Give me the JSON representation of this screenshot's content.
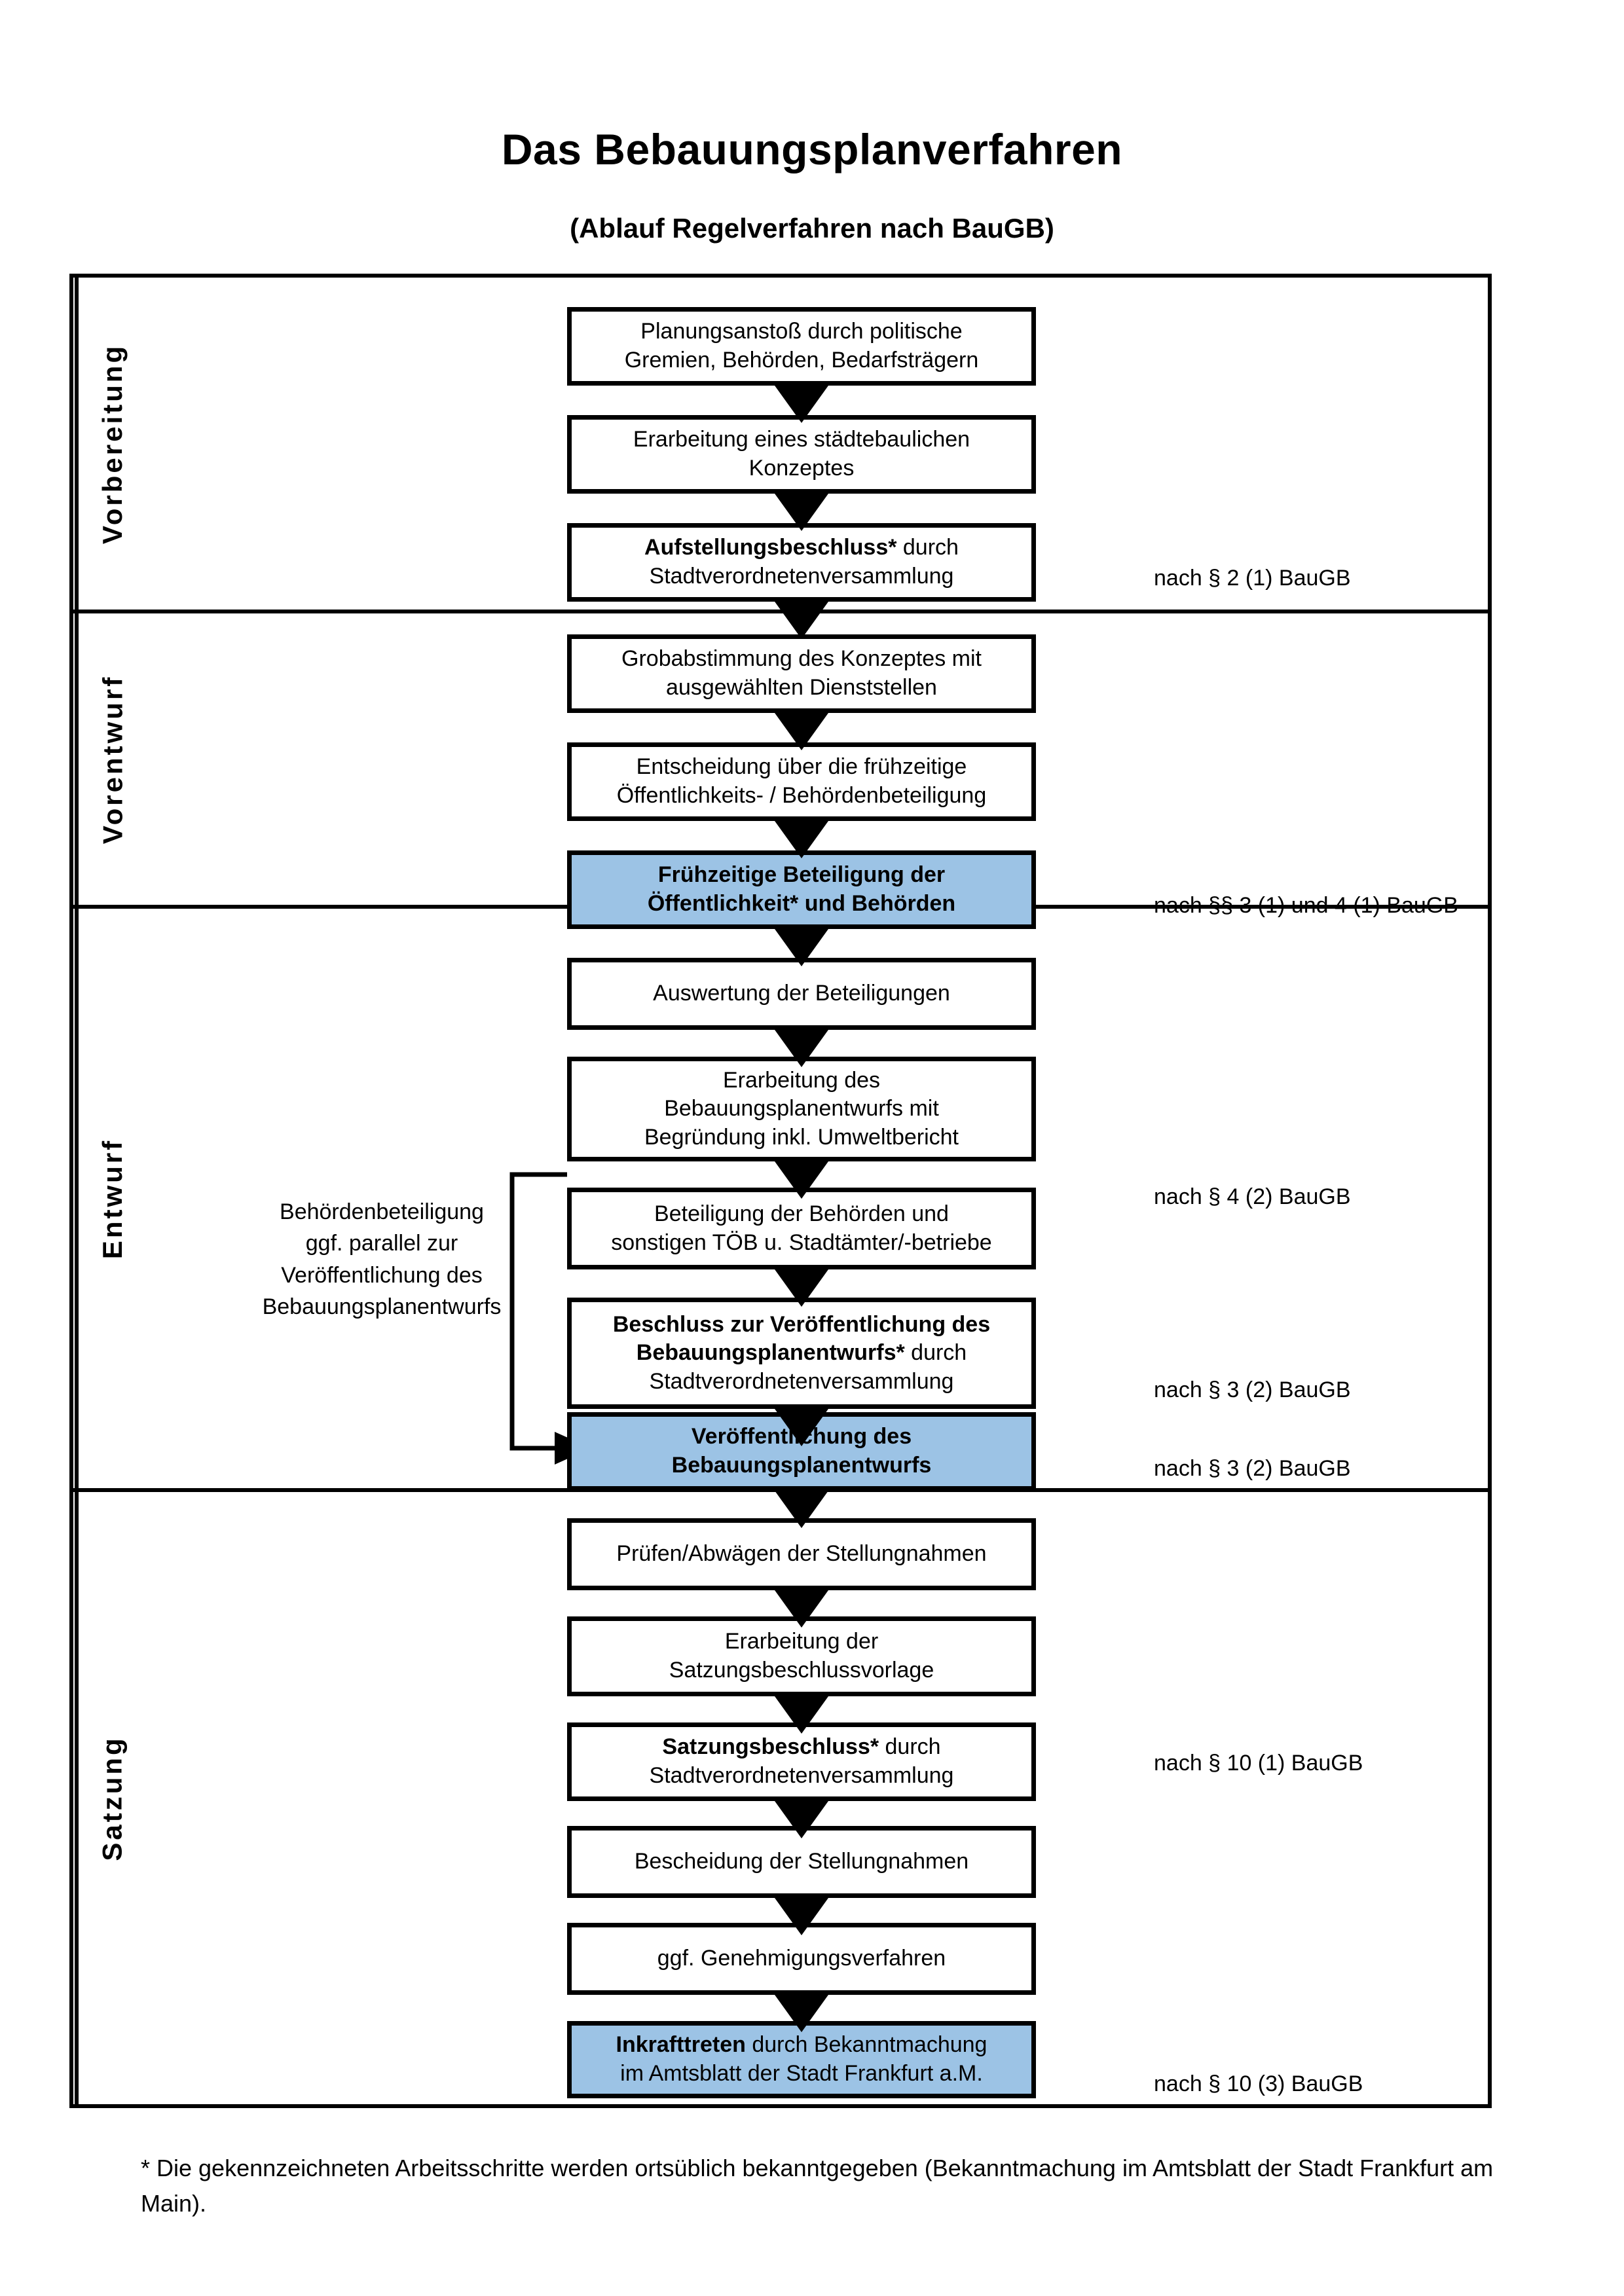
{
  "header": {
    "title": "Das Bebauungsplanverfahren",
    "subtitle": "(Ablauf Regelverfahren nach BauGB)"
  },
  "colors": {
    "highlight_blue": "#9CC3E5",
    "lane_1_bg": "#F1F1F1",
    "lane_2_bg": "#E6E6E6",
    "lane_3_bg": "#D9D9D9",
    "lane_4_bg": "#BFBFBF",
    "border": "#000000"
  },
  "lanes": [
    {
      "label": "Vorbereitung"
    },
    {
      "label": "Vorentwurf"
    },
    {
      "label": "Entwurf"
    },
    {
      "label": "Satzung"
    }
  ],
  "sidenote": {
    "lines": [
      "Behördenbeteiligung",
      "ggf. parallel zur",
      "Veröffentlichung des",
      "Bebauungsplanentwurfs"
    ]
  },
  "nodes": [
    {
      "id": "planungsanstoss",
      "lane": "Vorbereitung",
      "highlight": false,
      "lines": [
        [
          {
            "t": "Planungsanstoß durch politische",
            "b": false
          }
        ],
        [
          {
            "t": "Gremien, Behörden, Bedarfsträgern",
            "b": false
          }
        ]
      ]
    },
    {
      "id": "staedtebauliches-konzept",
      "lane": "Vorbereitung",
      "highlight": false,
      "lines": [
        [
          {
            "t": "Erarbeitung eines städtebaulichen",
            "b": false
          }
        ],
        [
          {
            "t": "Konzeptes",
            "b": false
          }
        ]
      ]
    },
    {
      "id": "aufstellungsbeschluss",
      "lane": "Vorbereitung",
      "highlight": false,
      "lines": [
        [
          {
            "t": "Aufstellungsbeschluss*",
            "b": true
          },
          {
            "t": " durch",
            "b": false
          }
        ],
        [
          {
            "t": "Stadtverordnetenversammlung",
            "b": false
          }
        ]
      ]
    },
    {
      "id": "grobabstimmung",
      "lane": "Vorentwurf",
      "highlight": false,
      "lines": [
        [
          {
            "t": "Grobabstimmung des Konzeptes mit",
            "b": false
          }
        ],
        [
          {
            "t": "ausgewählten Dienststellen",
            "b": false
          }
        ]
      ]
    },
    {
      "id": "entscheidung-fruehzeitige-beteiligung",
      "lane": "Vorentwurf",
      "highlight": false,
      "lines": [
        [
          {
            "t": "Entscheidung über die frühzeitige",
            "b": false
          }
        ],
        [
          {
            "t": "Öffentlichkeits- / Behördenbeteiligung",
            "b": false
          }
        ]
      ]
    },
    {
      "id": "fruehzeitige-beteiligung",
      "lane": "Vorentwurf",
      "highlight": true,
      "lines": [
        [
          {
            "t": "Frühzeitige Beteiligung der",
            "b": true
          }
        ],
        [
          {
            "t": "Öffentlichkeit* und Behörden",
            "b": true
          }
        ]
      ]
    },
    {
      "id": "auswertung-beteiligungen",
      "lane": "Entwurf",
      "highlight": false,
      "lines": [
        [
          {
            "t": "Auswertung der Beteiligungen",
            "b": false
          }
        ]
      ]
    },
    {
      "id": "erarbeitung-bebauungsplanentwurf",
      "lane": "Entwurf",
      "highlight": false,
      "lines": [
        [
          {
            "t": "Erarbeitung des",
            "b": false
          }
        ],
        [
          {
            "t": "Bebauungsplanentwurfs mit",
            "b": false
          }
        ],
        [
          {
            "t": "Begründung inkl. Umweltbericht",
            "b": false
          }
        ]
      ]
    },
    {
      "id": "beteiligung-behoerden-toeb",
      "lane": "Entwurf",
      "highlight": false,
      "lines": [
        [
          {
            "t": "Beteiligung der Behörden und",
            "b": false
          }
        ],
        [
          {
            "t": "sonstigen TÖB u. Stadtämter/-betriebe",
            "b": false
          }
        ]
      ]
    },
    {
      "id": "beschluss-veroeffentlichung",
      "lane": "Entwurf",
      "highlight": false,
      "lines": [
        [
          {
            "t": "Beschluss zur Veröffentlichung des",
            "b": true
          }
        ],
        [
          {
            "t": "Bebauungsplanentwurfs*",
            "b": true
          },
          {
            "t": " durch",
            "b": false
          }
        ],
        [
          {
            "t": "Stadtverordnetenversammlung",
            "b": false
          }
        ]
      ]
    },
    {
      "id": "veroeffentlichung-entwurf",
      "lane": "Entwurf",
      "highlight": true,
      "lines": [
        [
          {
            "t": "Veröffentlichung des",
            "b": true
          }
        ],
        [
          {
            "t": "Bebauungsplanentwurfs",
            "b": true
          }
        ]
      ]
    },
    {
      "id": "pruefen-abwaegen",
      "lane": "Satzung",
      "highlight": false,
      "lines": [
        [
          {
            "t": "Prüfen/Abwägen der Stellungnahmen",
            "b": false
          }
        ]
      ]
    },
    {
      "id": "erarbeitung-satzungsbeschlussvorlage",
      "lane": "Satzung",
      "highlight": false,
      "lines": [
        [
          {
            "t": "Erarbeitung der",
            "b": false
          }
        ],
        [
          {
            "t": "Satzungsbeschlussvorlage",
            "b": false
          }
        ]
      ]
    },
    {
      "id": "satzungsbeschluss",
      "lane": "Satzung",
      "highlight": false,
      "lines": [
        [
          {
            "t": "Satzungsbeschluss*",
            "b": true
          },
          {
            "t": " durch",
            "b": false
          }
        ],
        [
          {
            "t": "Stadtverordnetenversammlung",
            "b": false
          }
        ]
      ]
    },
    {
      "id": "bescheidung-stellungnahmen",
      "lane": "Satzung",
      "highlight": false,
      "lines": [
        [
          {
            "t": "Bescheidung der Stellungnahmen",
            "b": false
          }
        ]
      ]
    },
    {
      "id": "genehmigungsverfahren",
      "lane": "Satzung",
      "highlight": false,
      "lines": [
        [
          {
            "t": "ggf. Genehmigungsverfahren",
            "b": false
          }
        ]
      ]
    },
    {
      "id": "inkrafttreten",
      "lane": "Satzung",
      "highlight": true,
      "lines": [
        [
          {
            "t": "Inkrafttreten",
            "b": true
          },
          {
            "t": " durch Bekanntmachung",
            "b": false
          }
        ],
        [
          {
            "t": "im Amtsblatt der Stadt Frankfurt a.M.",
            "b": false
          }
        ]
      ]
    }
  ],
  "references": [
    {
      "id": "ref-aufstellungsbeschluss",
      "text": "nach § 2 (1) BauGB"
    },
    {
      "id": "ref-fruehzeitige-beteiligung",
      "text": "nach §§ 3 (1) und 4 (1) BauGB"
    },
    {
      "id": "ref-beteiligung-behoerden",
      "text": "nach § 4 (2) BauGB"
    },
    {
      "id": "ref-beschluss-veroeffentlichung",
      "text": "nach § 3 (2) BauGB"
    },
    {
      "id": "ref-veroeffentlichung",
      "text": "nach § 3 (2) BauGB"
    },
    {
      "id": "ref-satzungsbeschluss",
      "text": "nach § 10 (1) BauGB"
    },
    {
      "id": "ref-inkrafttreten",
      "text": "nach § 10 (3) BauGB"
    }
  ],
  "footnote": {
    "text": "* Die gekennzeichneten Arbeitsschritte werden ortsüblich bekanntgegeben (Bekanntmachung im Amtsblatt  der Stadt Frankfurt am Main)."
  }
}
